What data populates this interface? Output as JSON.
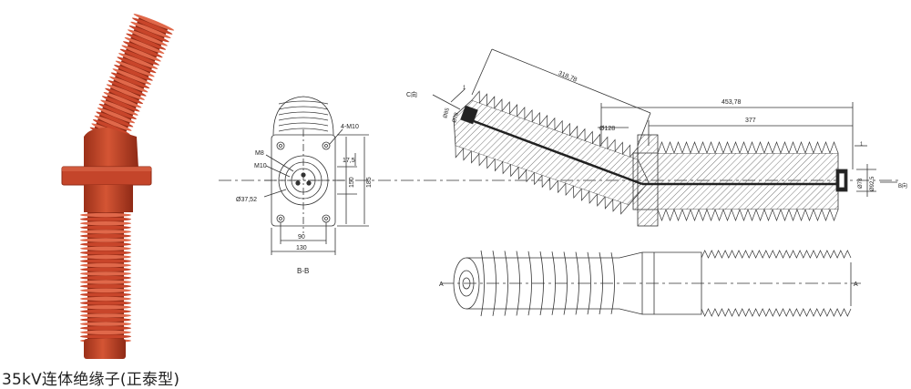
{
  "caption": "35kV连体绝缘子(正泰型)",
  "colors": {
    "insulator": "#c8452a",
    "insulator_dark": "#8f2a16",
    "insulator_light": "#e0684a",
    "line": "#333333",
    "hatch": "#555555"
  },
  "section_view": {
    "label": "B-B",
    "dims": {
      "holes": "4-M10",
      "m8": "M8",
      "m10": "M10",
      "d37": "Ø37,52",
      "d17": "17,5",
      "h150": "150",
      "h185": "185",
      "w90": "90",
      "w130": "130"
    }
  },
  "side_view": {
    "dims": {
      "d318": "318,78",
      "d453": "453,78",
      "d377": "377",
      "d128": "Ø128",
      "d85": "Ø85",
      "d78a": "Ø78",
      "d78b": "Ø78",
      "d92": "Ø92,5",
      "one_a": "1",
      "one_b": "1",
      "c_dir": "C向",
      "b_dir": "B向",
      "a_left": "A",
      "a_right": "A"
    }
  }
}
